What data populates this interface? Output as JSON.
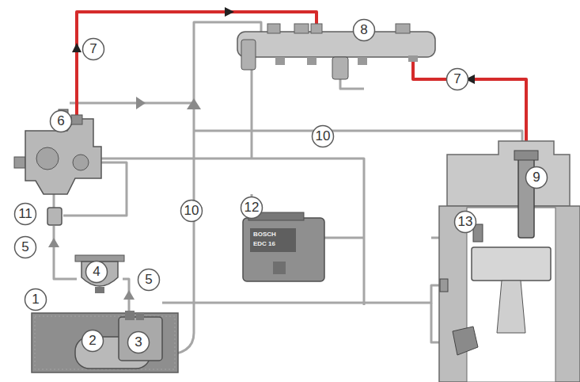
{
  "diagram": {
    "nodes": [
      {
        "text": [
          "8"
        ]
      },
      {
        "text": [
          "7"
        ]
      },
      {
        "text": [
          "7"
        ]
      },
      {
        "text": [
          "6"
        ]
      },
      {
        "text": [
          "10"
        ]
      },
      {
        "text": [
          "9"
        ]
      },
      {
        "text": [
          "10"
        ]
      },
      {
        "text": [
          "11"
        ]
      },
      {
        "text": [
          "12"
        ]
      },
      {
        "text": [
          "13"
        ]
      },
      {
        "text": [
          "5"
        ]
      },
      {
        "text": [
          "4"
        ]
      },
      {
        "text": [
          "5"
        ]
      },
      {
        "text": [
          "1"
        ]
      },
      {
        "text": [
          "3"
        ]
      },
      {
        "text": [
          "2"
        ]
      }
    ],
    "labels": [
      "BOSCH",
      "EDC 16"
    ]
  }
}
